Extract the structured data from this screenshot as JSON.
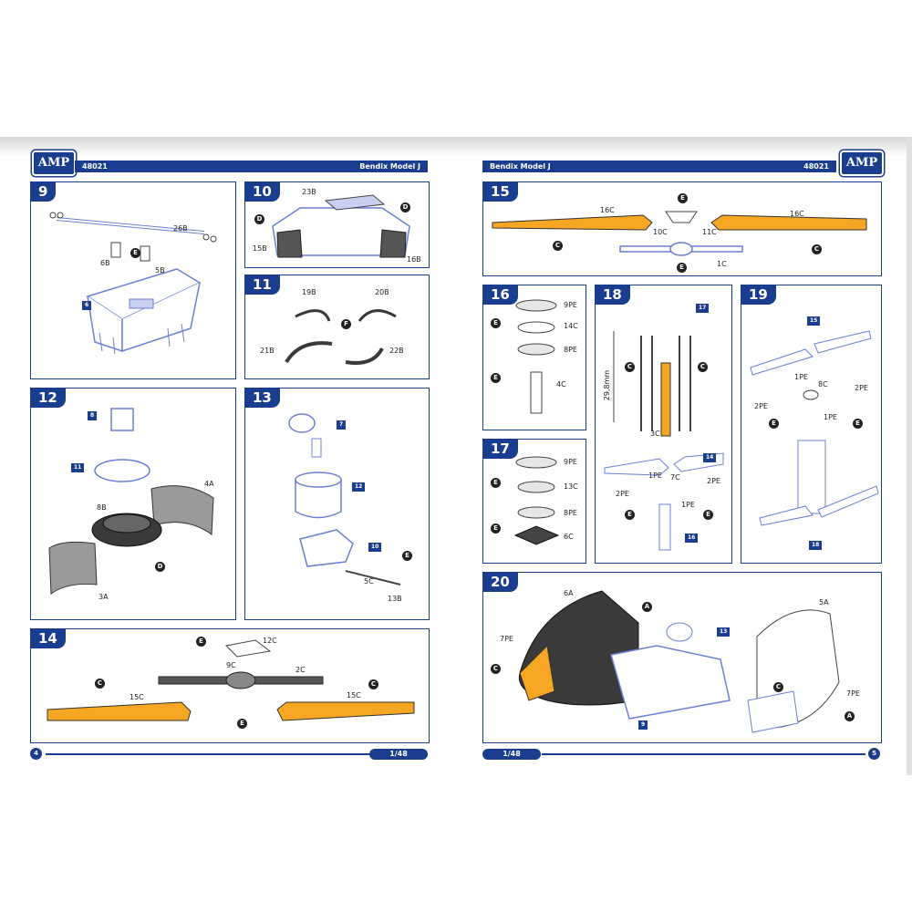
{
  "brand": "AMP",
  "product_code": "48021",
  "model_name": "Bendix Model J",
  "scale": "1/48",
  "page_left": "4",
  "page_right": "5",
  "steps": {
    "s9": {
      "num": "9",
      "labels": [
        "26B",
        "6B",
        "5B"
      ],
      "glue": "E",
      "ref": "6"
    },
    "s10": {
      "num": "10",
      "labels": [
        "23B",
        "15B",
        "16B"
      ],
      "glue": "D"
    },
    "s11": {
      "num": "11",
      "labels": [
        "19B",
        "20B",
        "21B",
        "22B"
      ],
      "glue": "F"
    },
    "s12": {
      "num": "12",
      "labels": [
        "4A",
        "8B",
        "3A"
      ],
      "glue": "D",
      "refs": [
        "8",
        "11"
      ]
    },
    "s13": {
      "num": "13",
      "labels": [
        "5C",
        "13B"
      ],
      "glue": "E",
      "refs": [
        "7",
        "12",
        "10"
      ]
    },
    "s14": {
      "num": "14",
      "labels": [
        "12C",
        "9C",
        "2C",
        "15C",
        "15C"
      ],
      "glue": [
        "E",
        "C",
        "E"
      ]
    },
    "s15": {
      "num": "15",
      "labels": [
        "16C",
        "16C",
        "10C",
        "11C",
        "1C"
      ],
      "glue": [
        "E",
        "C",
        "E"
      ]
    },
    "s16": {
      "num": "16",
      "labels": [
        "9PE",
        "14C",
        "8PE",
        "4C"
      ],
      "glue": "E"
    },
    "s17": {
      "num": "17",
      "labels": [
        "9PE",
        "13C",
        "8PE",
        "6C"
      ],
      "glue": "E"
    },
    "s18": {
      "num": "18",
      "labels": [
        "3C",
        "1PE",
        "7C",
        "2PE",
        "2PE",
        "1PE"
      ],
      "measure": "29,8mm",
      "glue": [
        "C",
        "E"
      ],
      "refs": [
        "17",
        "14",
        "16"
      ]
    },
    "s19": {
      "num": "19",
      "labels": [
        "1PE",
        "8C",
        "2PE",
        "2PE",
        "1PE"
      ],
      "glue": "E",
      "refs": [
        "15",
        "18"
      ]
    },
    "s20": {
      "num": "20",
      "labels": [
        "6A",
        "5A",
        "7PE",
        "7PE"
      ],
      "glue": [
        "A",
        "C"
      ],
      "refs": [
        "13",
        "9"
      ]
    }
  },
  "colors": {
    "brand_blue": "#1a3d8f",
    "rotor_orange": "#f5a623",
    "part_outline": "#6b7fd6",
    "dark_part": "#3a3a3a"
  }
}
